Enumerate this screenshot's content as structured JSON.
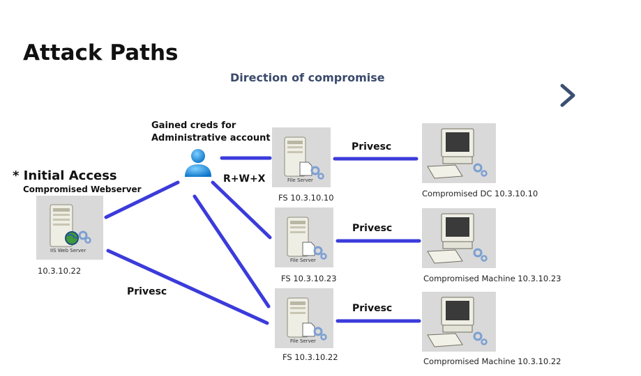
{
  "title": "Attack Paths",
  "direction_label": "Direction of compromise",
  "initial_access": {
    "heading": "* Initial Access",
    "subheading": "Compromised Webserver",
    "icon_caption": "IIS Web Server",
    "ip": "10.3.10.22"
  },
  "creds": {
    "line1": "Gained creds for",
    "line2": "Administrative account",
    "permission": "R+W+X"
  },
  "file_servers": [
    {
      "caption": "File Server",
      "label": "FS 10.3.10.10"
    },
    {
      "caption": "File Server",
      "label": "FS 10.3.10.23"
    },
    {
      "caption": "File Server",
      "label": "FS 10.3.10.22"
    }
  ],
  "targets": [
    {
      "label": "Compromised DC 10.3.10.10"
    },
    {
      "label": "Compromised Machine 10.3.10.23"
    },
    {
      "label": "Compromised Machine 10.3.10.22"
    }
  ],
  "privesc_labels": [
    "Privesc",
    "Privesc",
    "Privesc",
    "Privesc"
  ],
  "colors": {
    "link": "#2b2bd9",
    "arrow": "#3b4f72",
    "icon_bg": "#d9d9d9"
  }
}
